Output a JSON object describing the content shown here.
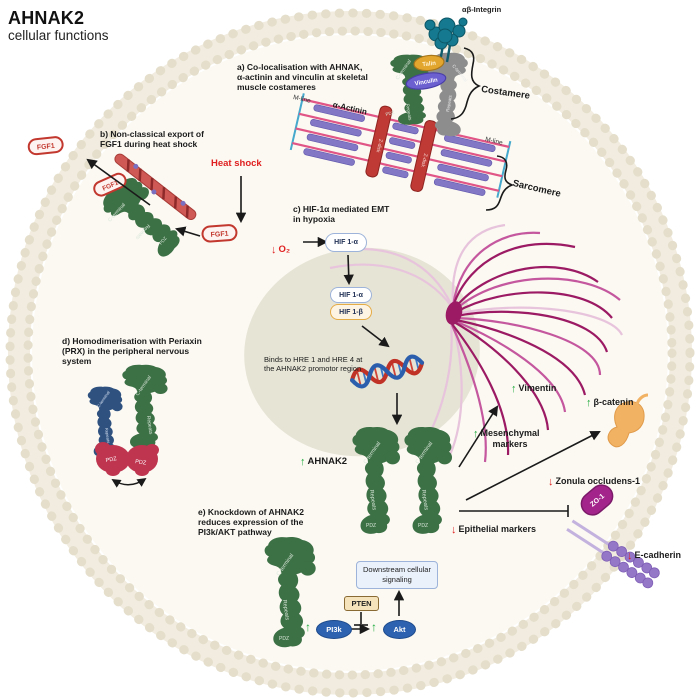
{
  "title": {
    "main": "AHNAK2",
    "sub": "cellular functions"
  },
  "a": {
    "heading": "a) Co-localisation with AHNAK,\nα-actinin and vinculin at skeletal\nmuscle costameres",
    "integrin": "αβ-Integrin",
    "talin": "Talin",
    "vinculin": "Vinculin",
    "costamere": "Costamere",
    "sarcomere": "Sarcomere",
    "m_line_left": "M-line",
    "m_line_right": "M-line",
    "alpha_actinin": "α-Actinin",
    "z_disk_1": "Z-disk",
    "z_disk_2": "Z-disk"
  },
  "b": {
    "heading": "b) Non-classical export of\nFGF1 during heat shock",
    "heat_shock": "Heat shock",
    "fgf1_outside": "FGF1",
    "fgf1_bound": "FGF1",
    "fgf1_free": "FGF1"
  },
  "c": {
    "heading": "c) HIF-1α mediated EMT\nin hypoxia",
    "o2_arrow": "↓",
    "o2": "O₂",
    "hif1a_cyto": "HIF 1-α",
    "hif1a_nuc": "HIF 1-α",
    "hif1b_nuc": "HIF 1-β",
    "hre_note": "Binds to HRE 1 and HRE 4 at\nthe AHNAK2 promotor region"
  },
  "d": {
    "heading": "d) Homodimerisation with Periaxin\n(PRX) in the peripheral nervous\nsystem",
    "pdz_left": "PDZ",
    "pdz_right": "PDZ"
  },
  "e": {
    "heading": "e) Knockdown of AHNAK2\nreduces expression of the\nPI3k/AKT pathway",
    "downstream": "Downstream cellular\nsignaling",
    "pten": "PTEN",
    "pi3k": "PI3k",
    "akt": "Akt",
    "up_pi3k": "↑",
    "up_akt": "↑"
  },
  "domains": {
    "c_terminal": "C-terminal",
    "repeats": "Repeats",
    "pdz": "PDZ"
  },
  "markers": {
    "ahnak2": {
      "arrow": "↑",
      "label": "AHNAK2"
    },
    "vimentin": {
      "arrow": "↑",
      "label": "Vimentin"
    },
    "b_catenin": {
      "arrow": "↑",
      "label": "β-catenin"
    },
    "mesenchymal": {
      "arrow": "↑",
      "label": "Mesenchymal\nmarkers"
    },
    "zo1": {
      "arrow": "↓",
      "label": "Zonula occludens-1",
      "tag": "ZO-1"
    },
    "epithelial": {
      "arrow": "↓",
      "label": "Epithelial markers"
    },
    "e_cadherin": {
      "arrow": "↓",
      "label": "E-cadherin"
    }
  },
  "colors": {
    "protein_green": "#3c7045",
    "protein_gray": "#8d8d8d",
    "periaxin_blue": "#2e5180",
    "pdz_red": "#bf3550",
    "talin_orange": "#e2a62f",
    "vinculin_purple": "#6c60d0",
    "integrin_teal": "#157a8f",
    "membrane_bead": "#e4decb",
    "nucleus": "#e6e4d5",
    "zdisk_red": "#bf3a35",
    "actin_pink": "#e05585",
    "myosin_purple": "#8277c5",
    "mline_cyan": "#45a8cc",
    "fiber_dark": "#9b1a63",
    "fiber_mid": "#c4579e",
    "fiber_pale": "#e8c3dc",
    "kinase_blue": "#2c62b0",
    "zo1_purple": "#a3258b",
    "cadherin_purple": "#9577c7",
    "catenin_orange": "#f2b264",
    "dna_red": "#c03226",
    "dna_blue": "#2b5fae",
    "up_green": "#1faa3c",
    "down_red": "#e02020"
  }
}
